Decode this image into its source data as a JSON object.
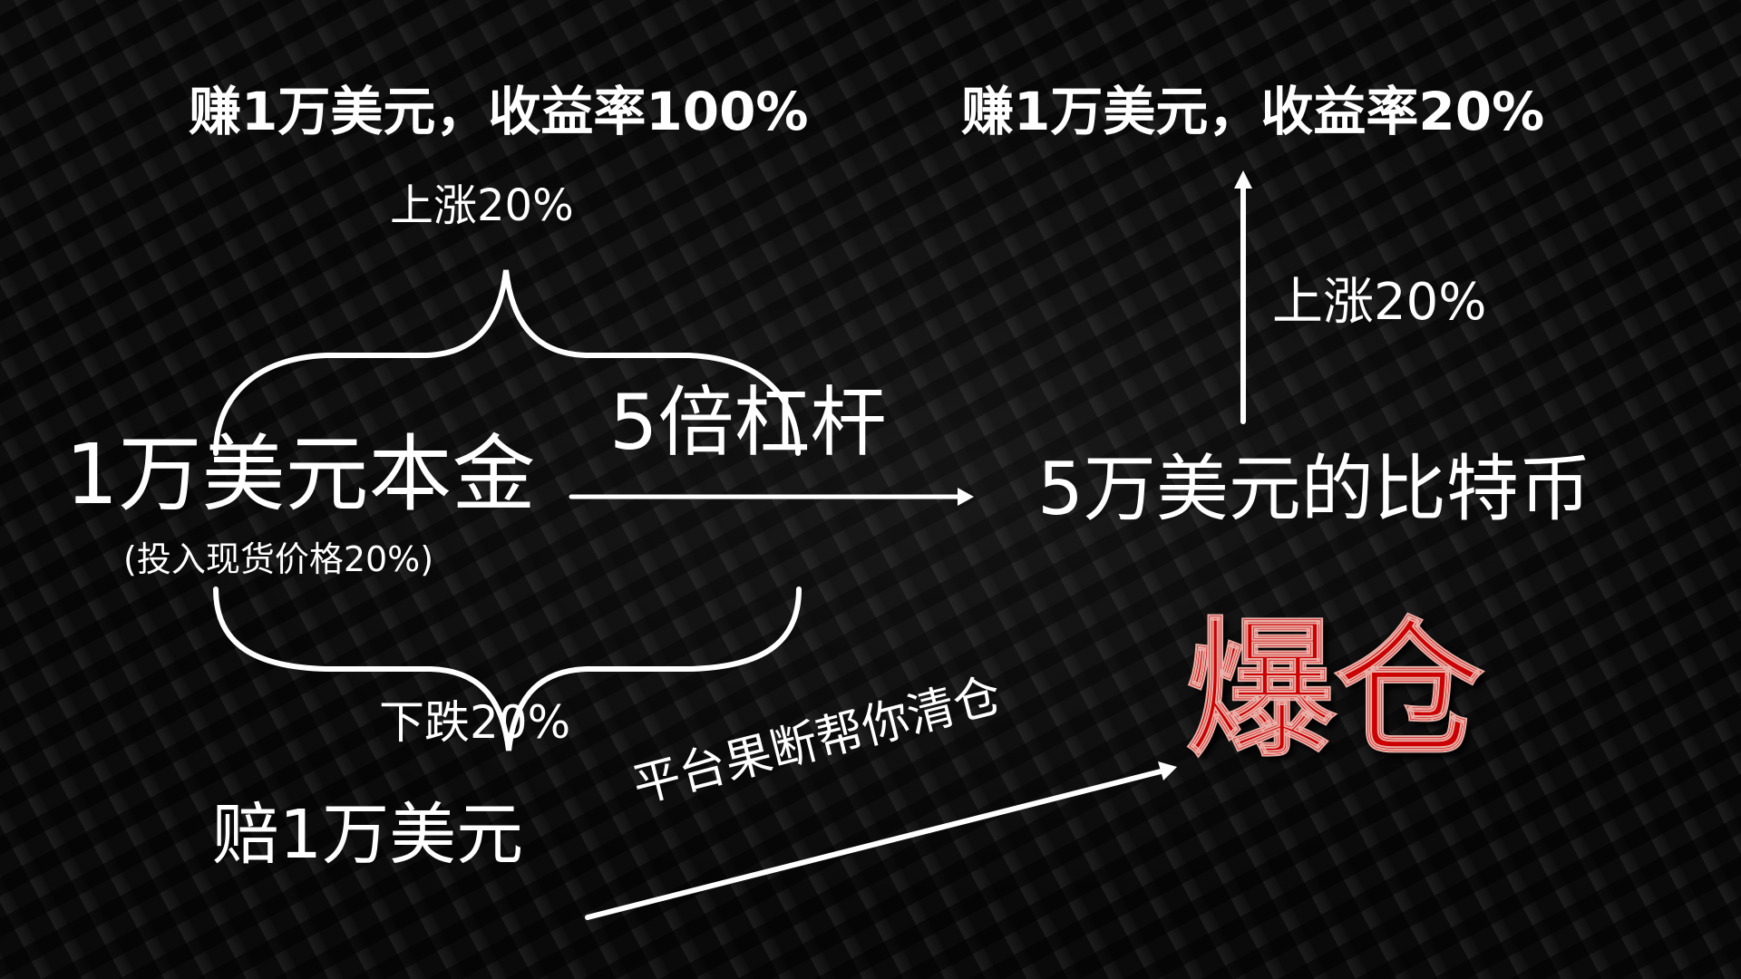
{
  "slide": {
    "top_left_result": "赚1万美元，收益率100%",
    "top_right_result": "赚1万美元，收益率20%",
    "rise_label_left": "上涨20%",
    "rise_label_right": "上涨20%",
    "principal": "1万美元本金",
    "principal_note": "(投入现货价格20%)",
    "leverage": "5倍杠杆",
    "btc_value": "5万美元的比特币",
    "fall_label": "下跌20%",
    "loss": "赔1万美元",
    "liquidation_note": "平台果断帮你清仓",
    "liquidation": "爆仓"
  },
  "colors": {
    "background": "#060606",
    "text": "#ffffff",
    "liquidation": "#cc0000",
    "arrows": "#ffffff"
  },
  "icons": {
    "top_brace": "curly-brace-up-icon",
    "bottom_brace": "curly-brace-down-icon",
    "leverage_arrow": "arrow-right-icon",
    "rise_arrow": "arrow-up-icon",
    "liquidation_arrow": "arrow-diagonal-up-right-icon"
  }
}
